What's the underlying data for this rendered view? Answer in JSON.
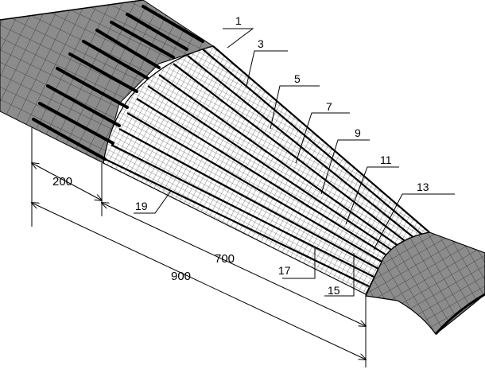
{
  "callouts": [
    "1",
    "3",
    "5",
    "7",
    "9",
    "11",
    "13",
    "15",
    "17",
    "19"
  ],
  "dimensions": {
    "overlap_length": "200",
    "tapered_length": "700",
    "total_length": "900"
  },
  "colors": {
    "shell_gray": "#8c8c8c",
    "patch_white": "#ffffff",
    "stringer_black": "#000000",
    "mesh_line": "#222222"
  }
}
